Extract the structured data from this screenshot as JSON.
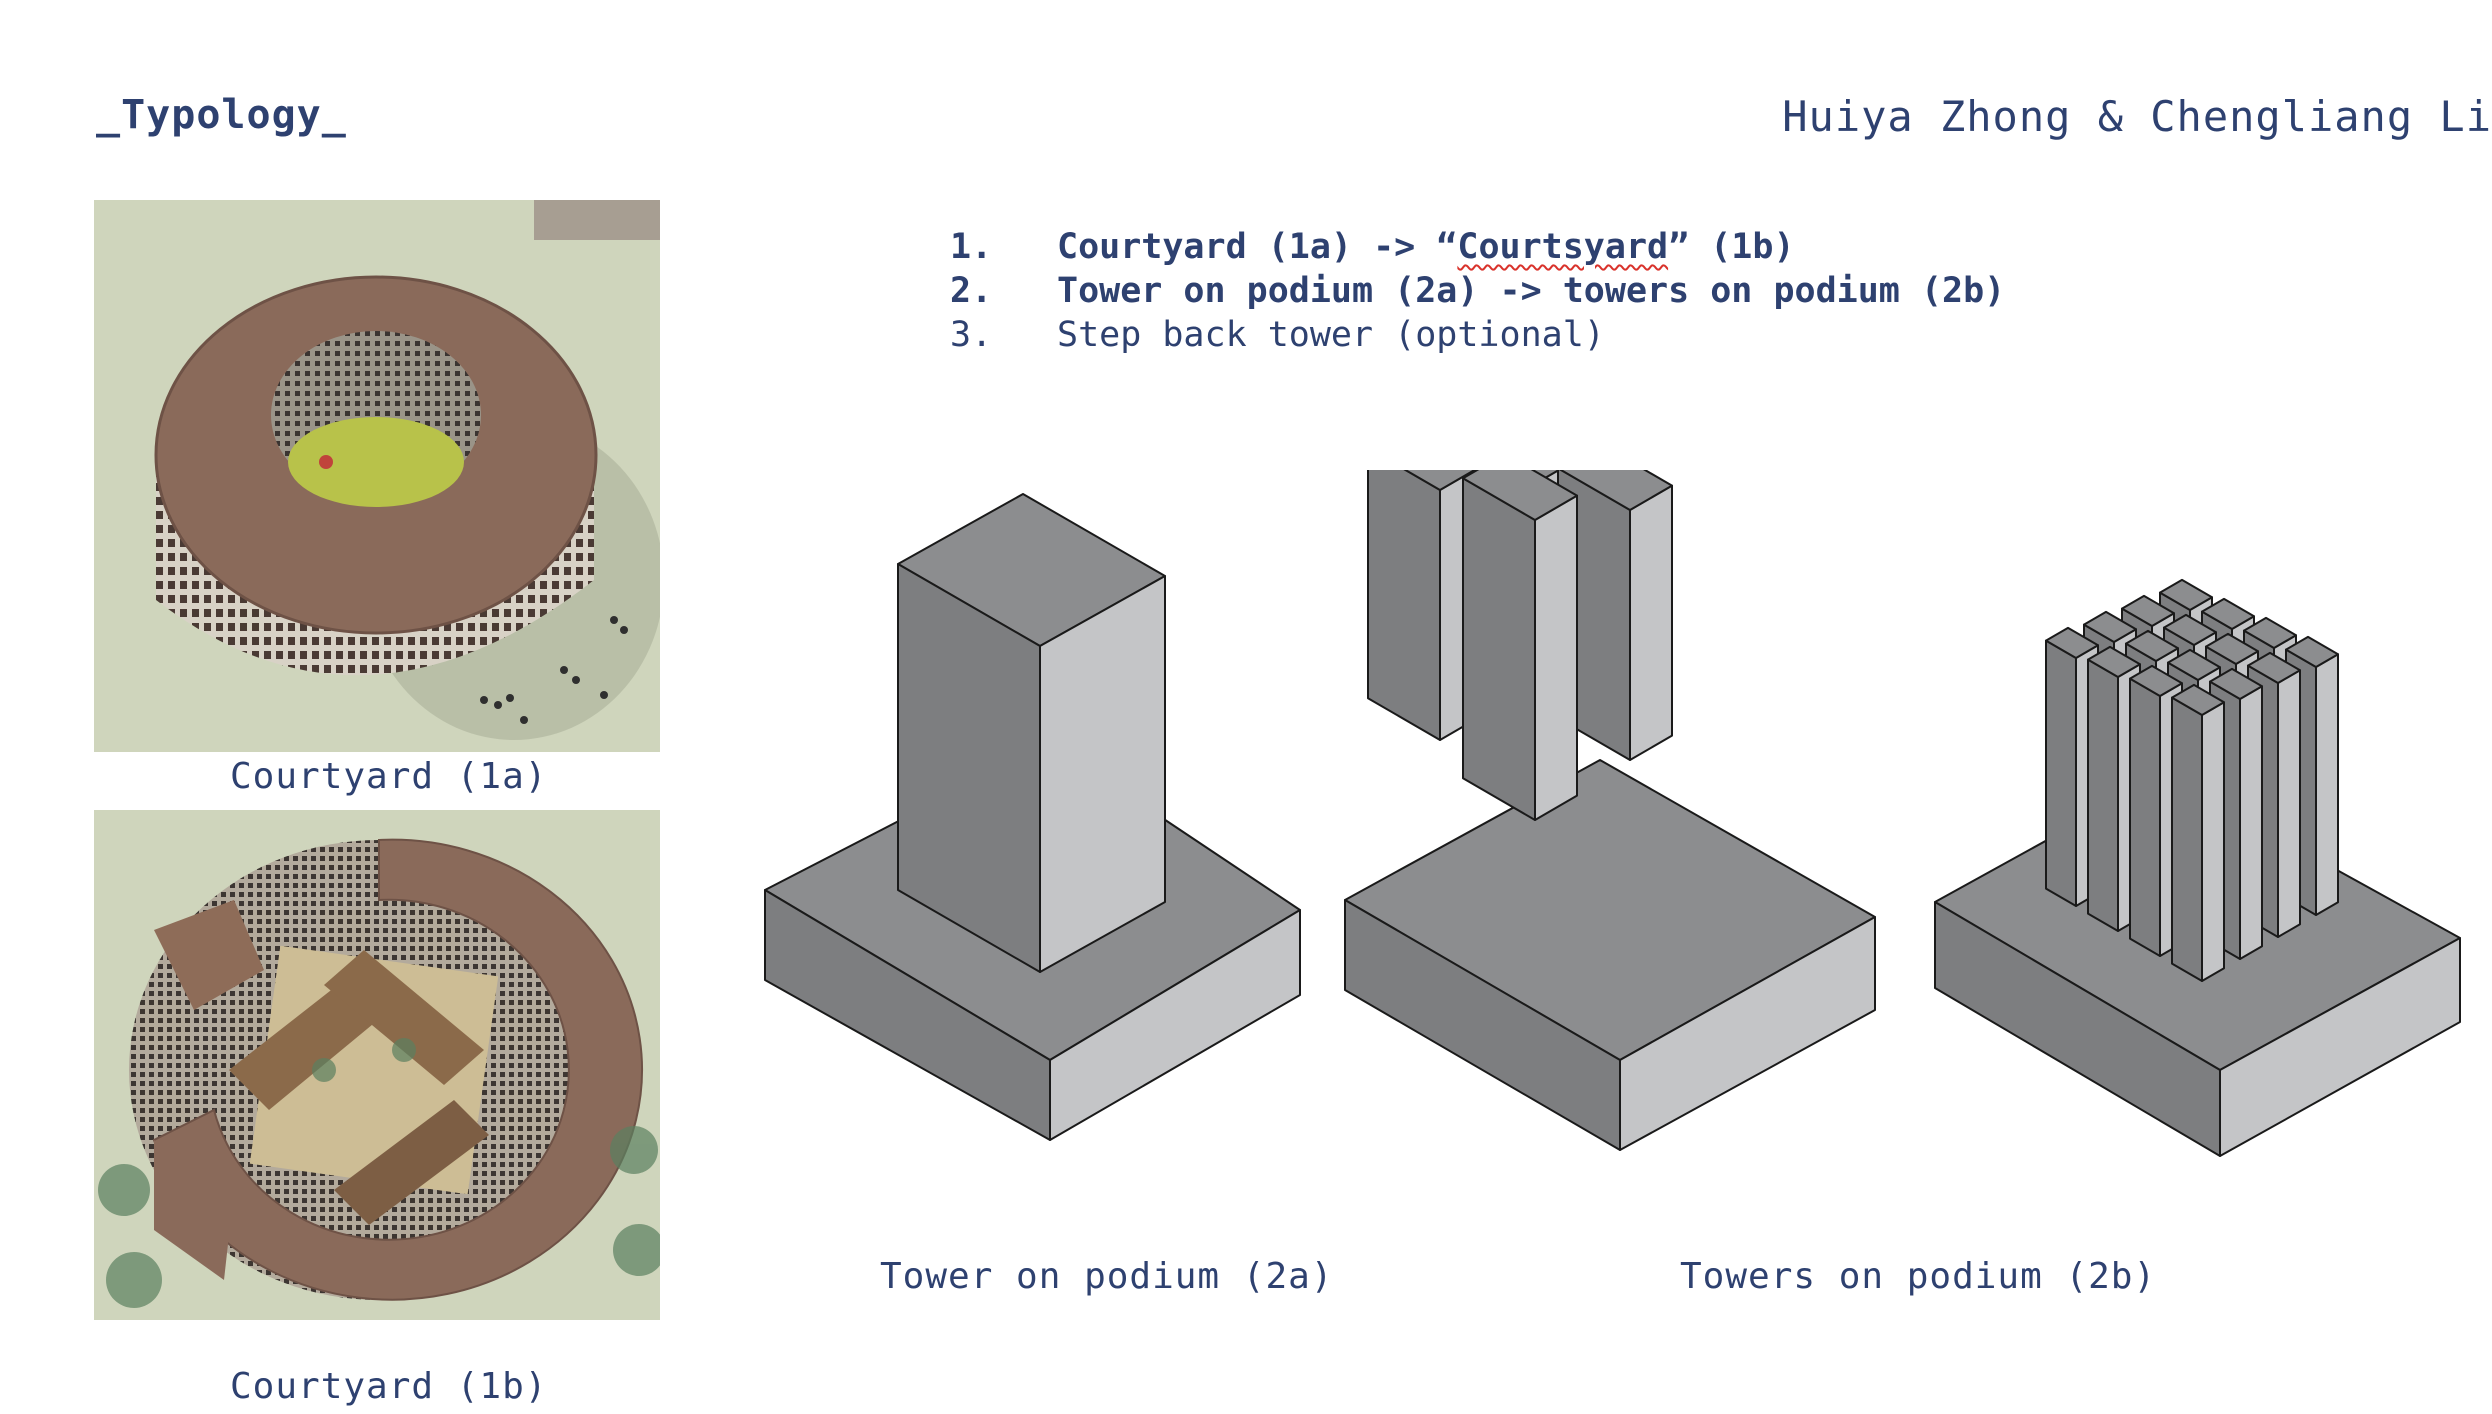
{
  "title": "_Typology_",
  "authors": "Huiya Zhong & Chengliang Li",
  "list": [
    {
      "num": "1.",
      "pre": "Courtyard (1a) -> “",
      "mark": "Courtsyard",
      "post": "” (1b)",
      "bold": true
    },
    {
      "num": "2.",
      "text": "Tower on podium (2a) -> towers on podium (2b)",
      "bold": true
    },
    {
      "num": "3.",
      "text": "Step back tower  (optional)",
      "bold": false
    }
  ],
  "captions": {
    "courtyard_1a": "Courtyard (1a)",
    "courtyard_1b": "Courtyard (1b)",
    "tower_2a": "Tower on podium (2a)",
    "towers_2b": "Towers on podium (2b)"
  },
  "colors": {
    "text": "#2e4170",
    "box_top": "#8c8d8f",
    "box_left": "#7d7e80",
    "box_right": "#c4c5c7",
    "photo_ground": "#cdd3b8",
    "roof": "#8a6a5a"
  }
}
